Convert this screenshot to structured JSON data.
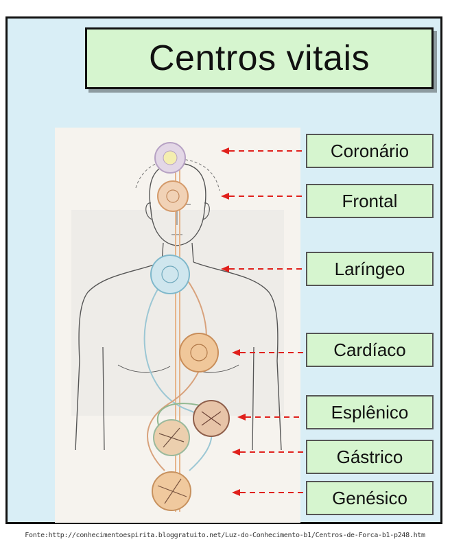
{
  "title": "Centros vitais",
  "centers": [
    {
      "label": "Coronário"
    },
    {
      "label": "Frontal"
    },
    {
      "label": "Laríngeo"
    },
    {
      "label": "Cardíaco"
    },
    {
      "label": "Esplênico"
    },
    {
      "label": "Gástrico"
    },
    {
      "label": "Genésico"
    }
  ],
  "source": "Fonte:http://conhecimentoespirita.bloggratuito.net/Luz-do-Conhecimento-b1/Centros-de-Forca-b1-p248.htm",
  "colors": {
    "panel_background": "#d9eef6",
    "label_background": "#d6f5cf",
    "arrow": "#e0201c",
    "chakra_orange": "#e8b27a",
    "chakra_blue": "#8fc6d6",
    "chakra_violet": "#c9b8d8"
  }
}
